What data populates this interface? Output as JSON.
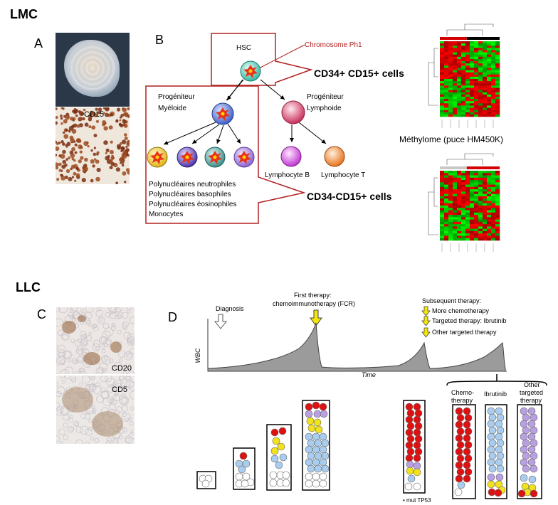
{
  "sections": {
    "top": "LMC",
    "bottom": "LLC"
  },
  "panels": {
    "a": "A",
    "b": "B",
    "c": "C",
    "d": "D"
  },
  "panel_a": {
    "stain_label": "CD15"
  },
  "panel_b": {
    "hsc": "HSC",
    "chromosome": "Chromosome Ph1",
    "myeloid_progenitor_l1": "Progéniteur",
    "myeloid_progenitor_l2": "Myéloide",
    "lymphoid_progenitor_l1": "Progéniteur",
    "lymphoid_progenitor_l2": "Lymphoide",
    "cell_types": [
      "Polynucléaires neutrophiles",
      "Polynucléaires basophiles",
      "Polynucléaires éosinophiles",
      "Monocytes"
    ],
    "lymphocyte_b": "Lymphocyte B",
    "lymphocyte_t": "Lymphocyte T",
    "callout_top": "CD34+ CD15+ cells",
    "callout_bottom": "CD34-CD15+ cells",
    "methylome": "Méthylome  (puce HM450K)",
    "colors": {
      "red": "#d40000",
      "green": "#22c422",
      "black": "#000000"
    }
  },
  "panel_c": {
    "label_top": "CD20",
    "label_bottom": "CD5"
  },
  "panel_d": {
    "diagnosis": "Diagnosis",
    "first_therapy_l1": "First therapy:",
    "first_therapy_l2": "chemoimmunotherapy (FCR)",
    "subsequent": "Subsequent therapy:",
    "options": [
      "More chemotherapy",
      "Targeted therapy: Ibrutinib",
      "Other targeted therapy"
    ],
    "y_axis": "WBC",
    "x_axis": "Time",
    "mutation": "• mut TP53",
    "col_chemo_l1": "Chemo-",
    "col_chemo_l2": "therapy",
    "col_ibrutinib": "Ibrutinib",
    "col_other_l1": "Other",
    "col_other_l2": "targeted",
    "col_other_l3": "therapy",
    "colors": {
      "red": "#dd1111",
      "yellow": "#f2e21a",
      "blue": "#a9cdef",
      "purple": "#b8a0e2",
      "white": "#ffffff",
      "arrow_yellow": "#f5e60a"
    }
  }
}
